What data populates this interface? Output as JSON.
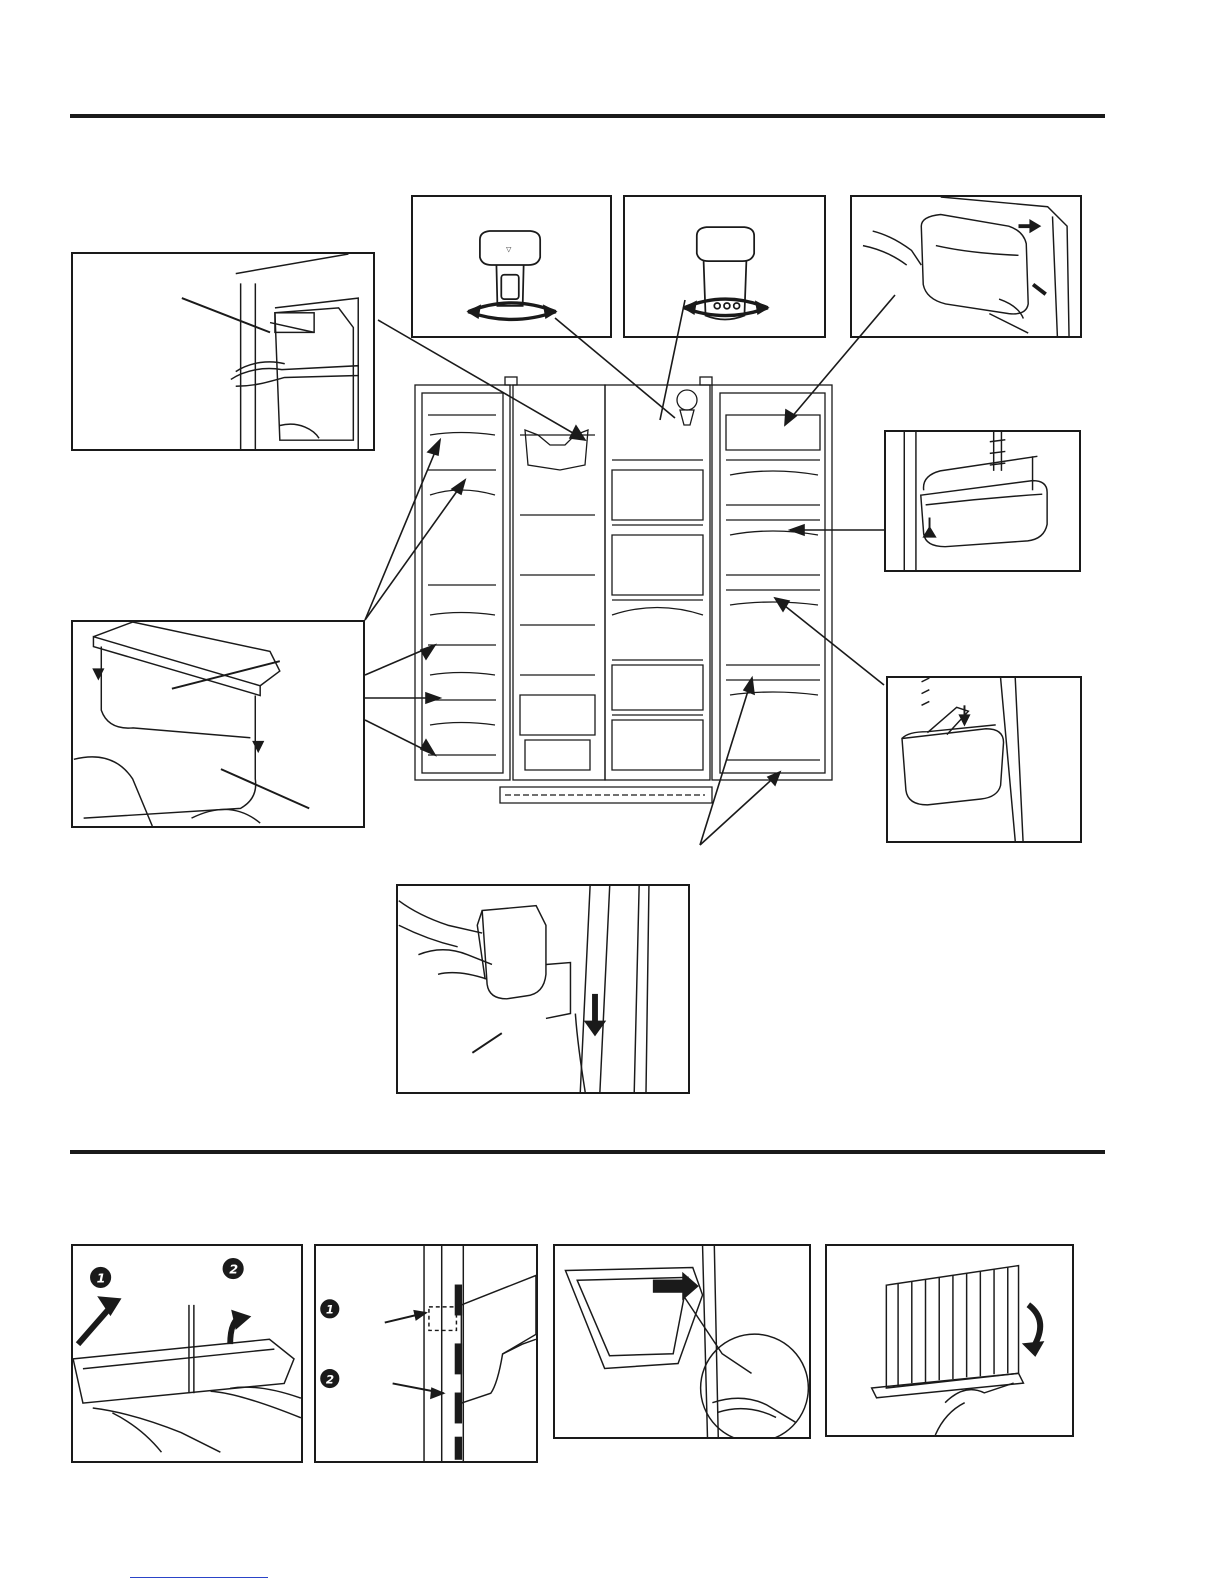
{
  "colors": {
    "line": "#1a1a1a",
    "footer_link": "#2a44c8"
  },
  "figures": {
    "section_1": {
      "freezer_bin_removal": {
        "icon": "freezer-bin-hand-illustration"
      },
      "filter_cap_rotate_a": {
        "icon": "rotate-arrow-icon"
      },
      "filter_cap_rotate_b": {
        "icon": "rotate-arrow-icon"
      },
      "ice_bucket_removal": {
        "icon": "ice-bucket-hands-illustration"
      },
      "door_bin_wire": {
        "icon": "wire-door-bin-illustration"
      },
      "freezer_shelf_clip": {
        "icon": "shelf-clip-arrow-illustration"
      },
      "small_door_bin": {
        "icon": "door-bin-down-arrow-illustration"
      },
      "main_refrigerator": {
        "icon": "side-by-side-refrigerator-illustration"
      },
      "deli_bin_removal": {
        "icon": "bin-removal-down-arrow-illustration"
      }
    },
    "section_2": {
      "glass_shelf_lift": {
        "step_labels": [
          "1",
          "2"
        ],
        "icon": "glass-shelf-lift-illustration"
      },
      "shelf_slot_hooks": {
        "step_labels": [
          "1",
          "2"
        ],
        "icon": "shelf-slot-hook-illustration"
      },
      "crisper_drawer_slide": {
        "icon": "crisper-drawer-slide-illustration"
      },
      "wire_shelf_flip": {
        "icon": "wire-shelf-flip-illustration"
      }
    }
  }
}
